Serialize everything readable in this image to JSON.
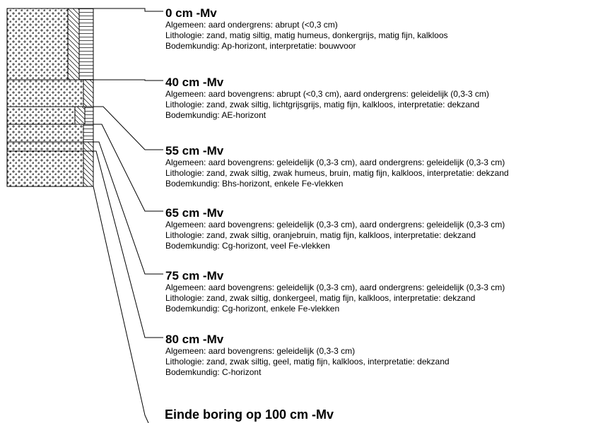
{
  "layers": [
    {
      "depth": "0 cm -Mv",
      "algemeen": "Algemeen: aard ondergrens: abrupt (<0,3 cm)",
      "lithologie": "Lithologie: zand, matig siltig, matig humeus, donkergrijs, matig fijn, kalkloos",
      "bodemkundig": "Bodemkundig: Ap-horizont, interpretatie: bouwvoor"
    },
    {
      "depth": "40 cm -Mv",
      "algemeen": "Algemeen: aard bovengrens: abrupt (<0,3 cm), aard ondergrens: geleidelijk (0,3-3 cm)",
      "lithologie": "Lithologie: zand, zwak siltig, lichtgrijsgrijs, matig fijn, kalkloos, interpretatie: dekzand",
      "bodemkundig": "Bodemkundig: AE-horizont"
    },
    {
      "depth": "55 cm -Mv",
      "algemeen": "Algemeen: aard bovengrens: geleidelijk (0,3-3 cm), aard ondergrens: geleidelijk (0,3-3 cm)",
      "lithologie": "Lithologie: zand, zwak siltig, zwak humeus, bruin, matig fijn, kalkloos, interpretatie: dekzand",
      "bodemkundig": "Bodemkundig: Bhs-horizont, enkele Fe-vlekken"
    },
    {
      "depth": "65 cm -Mv",
      "algemeen": "Algemeen: aard bovengrens: geleidelijk (0,3-3 cm), aard ondergrens: geleidelijk (0,3-3 cm)",
      "lithologie": "Lithologie: zand, zwak siltig, oranjebruin, matig fijn, kalkloos, interpretatie: dekzand",
      "bodemkundig": "Bodemkundig: Cg-horizont, veel Fe-vlekken"
    },
    {
      "depth": "75 cm -Mv",
      "algemeen": "Algemeen: aard bovengrens: geleidelijk (0,3-3 cm), aard ondergrens: geleidelijk (0,3-3 cm)",
      "lithologie": "Lithologie: zand, zwak siltig, donkergeel, matig fijn, kalkloos, interpretatie: dekzand",
      "bodemkundig": "Bodemkundig: Cg-horizont, enkele Fe-vlekken"
    },
    {
      "depth": "80 cm -Mv",
      "algemeen": "Algemeen: aard bovengrens: geleidelijk (0,3-3 cm)",
      "lithologie": "Lithologie: zand, zwak siltig, geel, matig fijn, kalkloos, interpretatie: dekzand",
      "bodemkundig": "Bodemkundig: C-horizont"
    }
  ],
  "end_label": "Einde boring op 100 cm -Mv"
}
